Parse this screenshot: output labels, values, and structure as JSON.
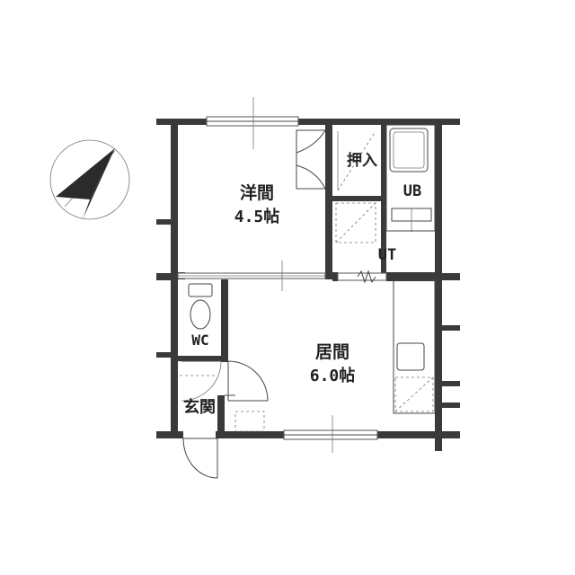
{
  "rooms": {
    "western": {
      "name": "洋間",
      "size": "4.5帖"
    },
    "living": {
      "name": "居間",
      "size": "6.0帖"
    },
    "closet": {
      "name": "押入"
    },
    "bath": {
      "name": "UB"
    },
    "utility": {
      "name": "UT"
    },
    "toilet": {
      "name": "WC"
    },
    "entrance": {
      "name": "玄関"
    }
  },
  "compass": {
    "icon": "north-arrow-icon"
  },
  "colors": {
    "wall": "#3a3a3a",
    "line": "#444444",
    "background": "#ffffff"
  }
}
